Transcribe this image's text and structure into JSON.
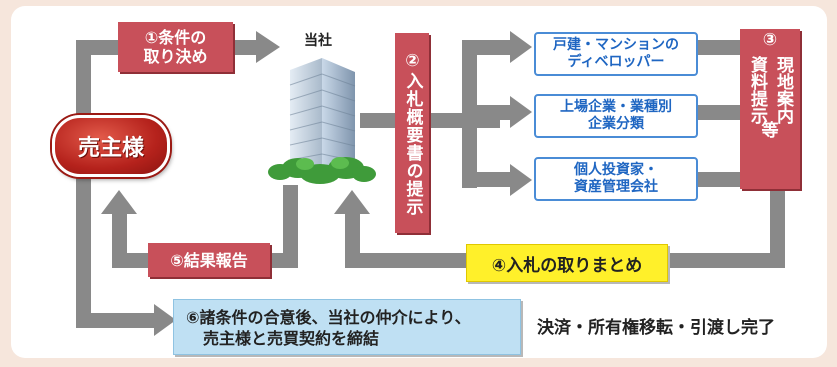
{
  "company_label": "当社",
  "seller": "売主様",
  "step1": [
    "①条件の",
    "取り決め"
  ],
  "step2": "②入札概要書の提示",
  "step3_title": "③",
  "step3_cols": [
    "現地案内",
    "資料提示",
    "等"
  ],
  "buyers": [
    [
      "戸建・マンションの",
      "ディベロッパー"
    ],
    [
      "上場企業・業種別",
      "企業分類"
    ],
    [
      "個人投資家・",
      "資産管理会社"
    ]
  ],
  "step4": "④入札の取りまとめ",
  "step5": "⑤結果報告",
  "step6": [
    "⑥諸条件の合意後、当社の仲介により、",
    "売主様と売買契約を締結"
  ],
  "final_step": "決済・所有権移転・引渡し完了",
  "colors": {
    "arrow": "#898989",
    "tag_red": "#c8505a",
    "seller_red": "#b5221c",
    "buyer_border": "#4a8cd6",
    "yellow": "#fff02a",
    "light_blue": "#bfe0f3"
  }
}
